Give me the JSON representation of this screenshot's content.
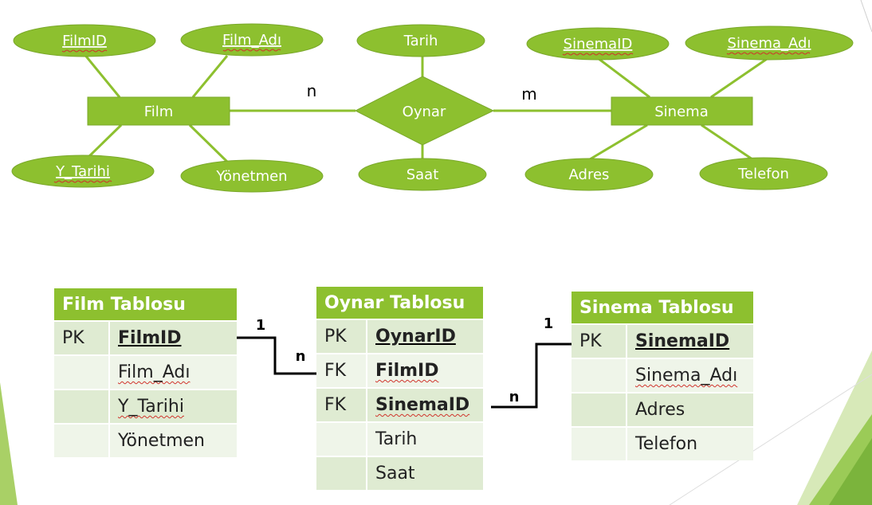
{
  "er_diagram": {
    "entities": {
      "film": "Film",
      "sinema": "Sinema"
    },
    "relationship": "Oynar",
    "cardinality": {
      "left": "n",
      "right": "m"
    },
    "attributes": {
      "filmid": "FilmID",
      "film_adi": "Film_Adı",
      "y_tarihi": "Y_Tarihi",
      "yonetmen": "Yönetmen",
      "tarih": "Tarih",
      "saat": "Saat",
      "sinemaid": "SinemaID",
      "sinema_adi": "Sinema_Adı",
      "adres": "Adres",
      "telefon": "Telefon"
    }
  },
  "tables": {
    "film": {
      "title": "Film Tablosu",
      "rows": [
        {
          "key": "PK",
          "field": "FilmID"
        },
        {
          "key": "",
          "field": "Film_Adı"
        },
        {
          "key": "",
          "field": "Y_Tarihi"
        },
        {
          "key": "",
          "field": "Yönetmen"
        }
      ]
    },
    "oynar": {
      "title": "Oynar Tablosu",
      "rows": [
        {
          "key": "PK",
          "field": "OynarID"
        },
        {
          "key": "FK",
          "field": "FilmID"
        },
        {
          "key": "FK",
          "field": "SinemaID"
        },
        {
          "key": "",
          "field": "Tarih"
        },
        {
          "key": "",
          "field": "Saat"
        }
      ]
    },
    "sinema": {
      "title": "Sinema Tablosu",
      "rows": [
        {
          "key": "PK",
          "field": "SinemaID"
        },
        {
          "key": "",
          "field": "Sinema_Adı"
        },
        {
          "key": "",
          "field": "Adres"
        },
        {
          "key": "",
          "field": "Telefon"
        }
      ]
    }
  },
  "connectors": {
    "film_oynar": {
      "one": "1",
      "many": "n"
    },
    "sinema_oynar": {
      "one": "1",
      "many": "n"
    }
  },
  "colors": {
    "shape_fill": "#8dc02f",
    "shape_stroke": "#7aa82a",
    "line": "#8dc02f",
    "header": "#8dc02f",
    "row_dark": "#dfebd2",
    "row_light": "#eff5e9",
    "decor_green": "#7bb43c"
  }
}
